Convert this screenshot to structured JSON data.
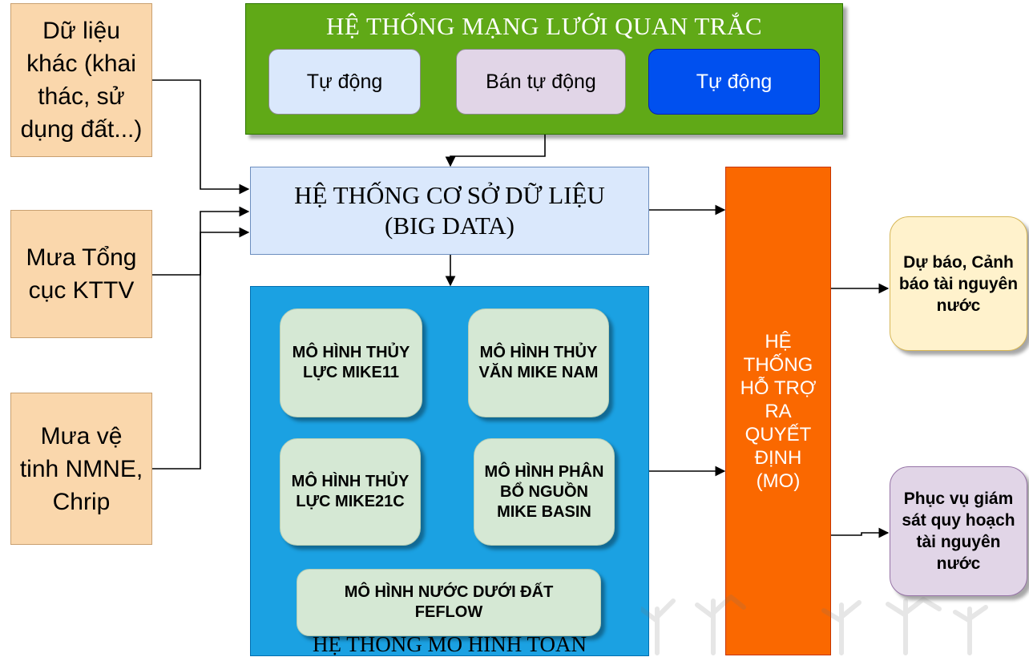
{
  "inputs": {
    "other_data": "Dữ liệu khác (khai thác, sử dụng đất...)",
    "rain_gdkttv": "Mưa Tổng cục KTTV",
    "rain_satellite": "Mưa vệ tinh NMNE, Chrip"
  },
  "monitoring": {
    "title": "HỆ THỐNG MẠNG LƯỚI QUAN TRẮC",
    "items": [
      "Tự động",
      "Bán tự động",
      "Tự động"
    ]
  },
  "database": {
    "line1": "HỆ THỐNG CƠ SỞ DỮ LIỆU",
    "line2": "(BIG DATA)"
  },
  "models": {
    "title": "HỆ THỐNG MÔ HÌNH TOÁN",
    "mike11": "MÔ HÌNH THỦY LỰC MIKE11",
    "mikenam": "MÔ HÌNH THỦY VĂN MIKE NAM",
    "mike21c": "MÔ HÌNH THỦY LỰC MIKE21C",
    "mikebasin": "MÔ HÌNH PHÂN BỔ NGUỒN MIKE BASIN",
    "feflow": "MÔ HÌNH NƯỚC DƯỚI ĐẤT FEFLOW"
  },
  "decision": {
    "label": "HỆ THỐNG HỖ TRỢ RA QUYẾT ĐỊNH (MO)"
  },
  "outputs": {
    "forecast": "Dự báo, Cảnh báo tài nguyên nước",
    "planning": "Phục vụ giám sát quy hoạch tài nguyên nước"
  },
  "colors": {
    "input_fill": "#fad7ac",
    "monitoring_fill": "#60a917",
    "database_fill": "#dae8fc",
    "models_fill": "#1ba1e2",
    "model_fill": "#d5e8d4",
    "decision_fill": "#fa6800",
    "output1_fill": "#fff2cc",
    "output2_fill": "#e1d5e7"
  }
}
